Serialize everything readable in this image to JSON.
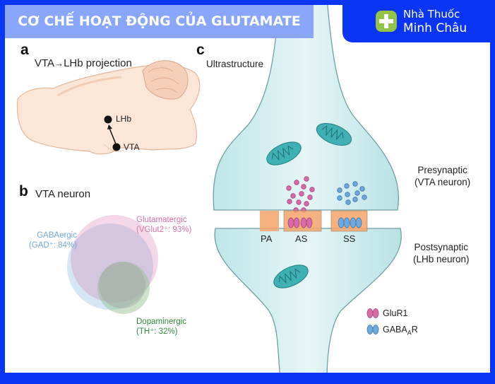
{
  "header": {
    "title": "CƠ CHẾ HOẠT ĐỘNG CỦA GLUTAMATE",
    "brand_line1": "Nhà Thuốc",
    "brand_line2": "Minh Châu",
    "brand_icon": "plus-icon"
  },
  "panel_a": {
    "letter": "a",
    "title_from": "VTA",
    "title_to": "LHb projection",
    "arrow_icon": "arrow-right-icon",
    "labels": {
      "lhb": "LHb",
      "vta": "VTA"
    }
  },
  "panel_b": {
    "letter": "b",
    "title": "VTA neuron",
    "sets": [
      {
        "name": "GABAergic",
        "detail": "(GAD⁺: 84%)",
        "percent": 84,
        "color": "#7fb5e0"
      },
      {
        "name": "Glutamatergic",
        "detail": "(VGlut2⁺: 93%)",
        "percent": 93,
        "color": "#d873a8"
      },
      {
        "name": "Dopaminergic",
        "detail": "(TH⁺: 32%)",
        "percent": 32,
        "color": "#2f8a3a"
      }
    ]
  },
  "panel_c": {
    "letter": "c",
    "title": "Ultrastructure",
    "presynaptic": [
      "Presynaptic",
      "(VTA neuron)"
    ],
    "postsynaptic": [
      "Postsynaptic",
      "(LHb neuron)"
    ],
    "sites": [
      "PA",
      "AS",
      "SS"
    ],
    "legend": [
      {
        "label": "GluR1",
        "color": "#d86aa8"
      },
      {
        "label": "GABA",
        "sub": "A",
        "suffix": "R",
        "color": "#6fa8dc"
      }
    ]
  }
}
